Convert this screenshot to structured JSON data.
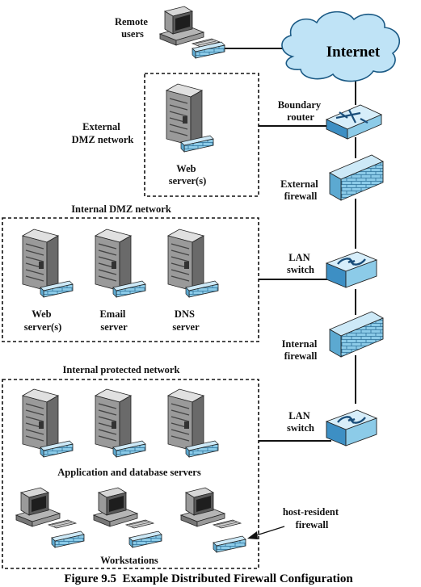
{
  "caption": "Figure 9.5  Example Distributed Firewall Configuration",
  "internet": "Internet",
  "remote_users": [
    "Remote",
    "users"
  ],
  "boundary_router": [
    "Boundary",
    "router"
  ],
  "external_firewall": [
    "External",
    "firewall"
  ],
  "lan_switch_1": [
    "LAN",
    "switch"
  ],
  "internal_firewall": [
    "Internal",
    "firewall"
  ],
  "lan_switch_2": [
    "LAN",
    "switch"
  ],
  "host_resident_firewall": [
    "host-resident",
    "firewall"
  ],
  "external_dmz": {
    "label": [
      "External",
      "DMZ network"
    ],
    "server": [
      "Web",
      "server(s)"
    ]
  },
  "internal_dmz": {
    "title": "Internal DMZ network",
    "servers": [
      [
        "Web",
        "server(s)"
      ],
      [
        "Email",
        "server"
      ],
      [
        "DNS",
        "server"
      ]
    ]
  },
  "internal_protected": {
    "title": "Internal protected network",
    "servers_label": "Application and database servers",
    "workstations_label": "Workstations"
  },
  "colors": {
    "cloud": "#bfe3f6",
    "firewall": "#8ccbe8",
    "switch": "#a9d8f0",
    "icon_blue": "#1a7ab8"
  }
}
